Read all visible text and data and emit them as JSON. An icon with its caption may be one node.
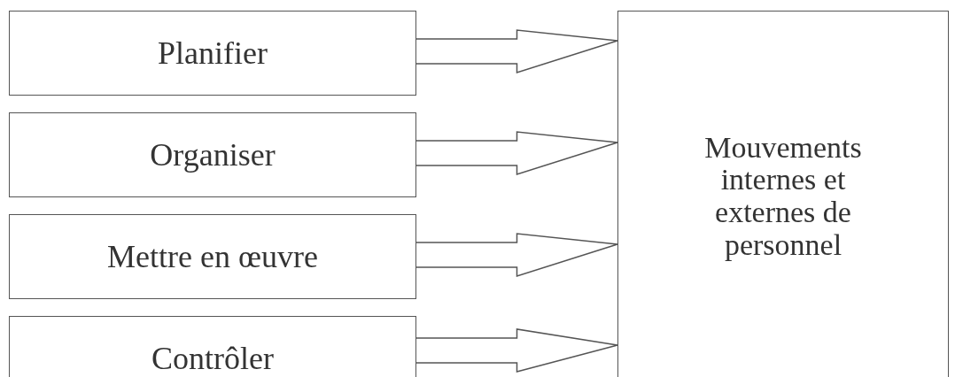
{
  "diagram": {
    "nodes": [
      {
        "text": [
          "Planifier"
        ]
      },
      {
        "text": [
          "Organiser"
        ]
      },
      {
        "text": [
          "Mettre en œuvre"
        ]
      },
      {
        "text": [
          "Contrôler"
        ]
      },
      {
        "text": [
          "Mouvements internes et externes de personnel"
        ]
      }
    ],
    "edges": [
      {
        "from": 0,
        "to": 4,
        "arrow": "to"
      },
      {
        "from": 1,
        "to": 4,
        "arrow": "to"
      },
      {
        "from": 2,
        "to": 4,
        "arrow": "to"
      },
      {
        "from": 3,
        "to": 4,
        "arrow": "to"
      }
    ]
  }
}
